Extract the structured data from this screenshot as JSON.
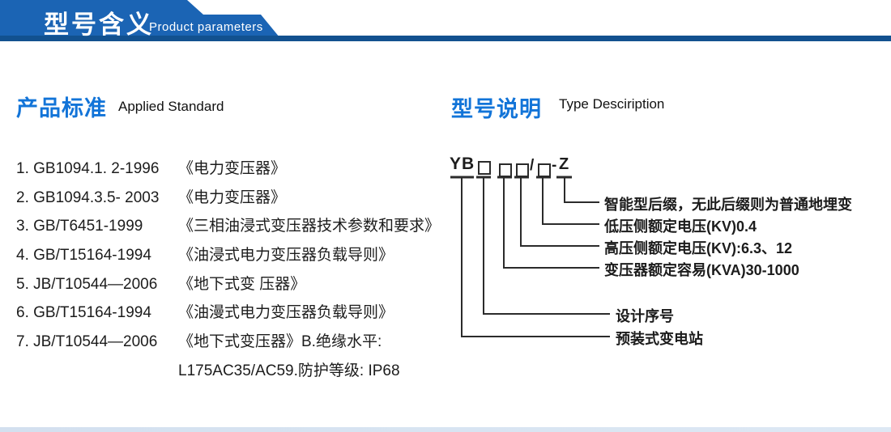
{
  "header": {
    "title": "型号含义",
    "subtitle": "Product parameters"
  },
  "colors": {
    "header_blue": "#1b64b4",
    "header_bar_blue": "#12518f",
    "heading_blue": "#1274d8",
    "text_dark": "#1c1c1c",
    "bottom_strip_blue": "#d3e0ef"
  },
  "standards": {
    "heading_zh": "产品标准",
    "heading_en": "Applied Standard",
    "items": [
      {
        "code": "1. GB1094.1. 2-1996",
        "title": "《电力变压器》"
      },
      {
        "code": "2. GB1094.3.5- 2003",
        "title": "《电力变压器》"
      },
      {
        "code": "3. GB/T6451-1999",
        "title": "《三相油浸式变压器技术参数和要求》"
      },
      {
        "code": "4. GB/T15164-1994",
        "title": "《油浸式电力变压器负载导则》"
      },
      {
        "code": "5. JB/T10544—2006",
        "title": "《地下式变 压器》"
      },
      {
        "code": "6. GB/T15164-1994",
        "title": "《油漫式电力变压器负载导则》"
      },
      {
        "code": "7. JB/T10544—2006",
        "title": "《地下式变压器》B.绝缘水平:"
      },
      {
        "code": "",
        "title": "L175AC35/AC59.防护等级: IP68"
      }
    ]
  },
  "type_description": {
    "heading_zh": "型号说明",
    "heading_en": "Type Desciription",
    "code": {
      "prefix": "YB",
      "slash": "/",
      "dash": "-",
      "suffix": "Z"
    },
    "labels": [
      "智能型后缀，无此后缀则为普通地埋变",
      "低压侧额定电压(KV)0.4",
      "高压侧额定电压(KV):6.3、12",
      "变压器额定容易(KVA)30-1000",
      "设计序号",
      "预装式变电站"
    ]
  }
}
